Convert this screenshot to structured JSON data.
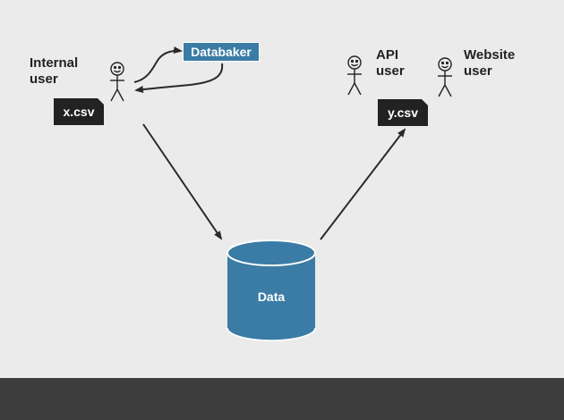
{
  "actors": {
    "internal_user": "Internal\nuser",
    "api_user": "API\nuser",
    "website_user": "Website\nuser"
  },
  "files": {
    "input": "x.csv",
    "output": "y.csv"
  },
  "tool": {
    "label": "Databaker",
    "color": "#3a7ca5"
  },
  "store": {
    "label": "Data",
    "color": "#3a7ca5"
  },
  "icons": [
    "stick-figure-icon",
    "document-icon",
    "database-cylinder-icon",
    "arrow-icon"
  ]
}
